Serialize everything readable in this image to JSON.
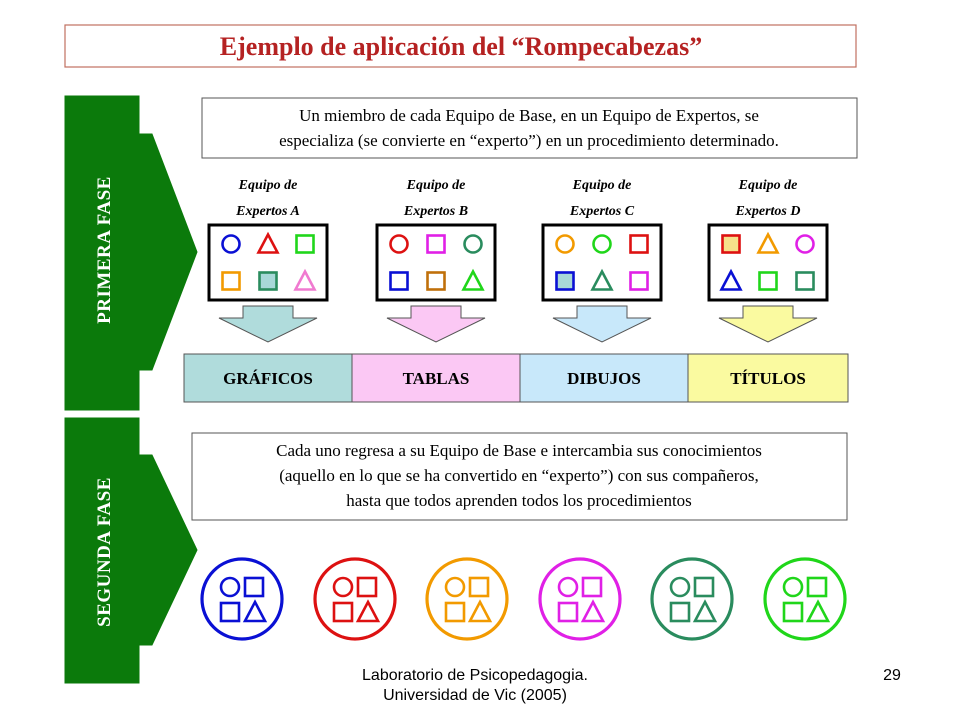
{
  "title": "Ejemplo de aplicación del “Rompecabezas”",
  "colors": {
    "title": "#b52222",
    "phase_green": "#0b7a0b",
    "blue": "#0a10d4",
    "red": "#dd1111",
    "orange": "#f29a00",
    "magenta": "#e020e6",
    "teal": "#2a8c5e",
    "lime": "#20d61a",
    "grey": "#909090"
  },
  "phase1": {
    "label": "PRIMERA FASE",
    "description_lines": [
      "Un miembro de cada Equipo de Base, en un Equipo de Expertos, se",
      "especializa (se convierte en “experto”) en un procedimiento determinado."
    ]
  },
  "teams": [
    {
      "label_line1": "Equipo de",
      "label_line2": "Expertos A",
      "shapes": [
        {
          "icon": "circle-icon",
          "color": "#0a10d4"
        },
        {
          "icon": "triangle-icon",
          "color": "#dd1111"
        },
        {
          "icon": "square-icon",
          "color": "#20d61a"
        },
        {
          "icon": "square-icon",
          "color": "#f29a00"
        },
        {
          "icon": "square-filled-icon",
          "color": "#2a8c5e",
          "fill": "#a8d8d8"
        },
        {
          "icon": "triangle-icon",
          "color": "#f07ad0"
        }
      ],
      "result": {
        "label": "GRÁFICOS",
        "fill": "#b0dcdc"
      }
    },
    {
      "label_line1": "Equipo de",
      "label_line2": "Expertos B",
      "shapes": [
        {
          "icon": "circle-icon",
          "color": "#dd1111"
        },
        {
          "icon": "square-icon",
          "color": "#e020e6"
        },
        {
          "icon": "circle-icon",
          "color": "#2a8c5e"
        },
        {
          "icon": "square-icon",
          "color": "#0a10d4"
        },
        {
          "icon": "square-icon",
          "color": "#c0700a"
        },
        {
          "icon": "triangle-icon",
          "color": "#20d61a"
        }
      ],
      "result": {
        "label": "TABLAS",
        "fill": "#fbc8f4"
      }
    },
    {
      "label_line1": "Equipo de",
      "label_line2": "Expertos C",
      "shapes": [
        {
          "icon": "circle-icon",
          "color": "#f29a00"
        },
        {
          "icon": "circle-icon",
          "color": "#20d61a"
        },
        {
          "icon": "square-icon",
          "color": "#dd1111"
        },
        {
          "icon": "square-filled-icon",
          "color": "#0a10d4",
          "fill": "#a8d8d8"
        },
        {
          "icon": "triangle-icon",
          "color": "#2a8c5e"
        },
        {
          "icon": "square-icon",
          "color": "#e020e6"
        }
      ],
      "result": {
        "label": "DIBUJOS",
        "fill": "#c8e8fa"
      }
    },
    {
      "label_line1": "Equipo de",
      "label_line2": "Expertos D",
      "shapes": [
        {
          "icon": "square-filled-icon",
          "color": "#dd1111",
          "fill": "#f6e08a"
        },
        {
          "icon": "triangle-icon",
          "color": "#f29a00"
        },
        {
          "icon": "circle-icon",
          "color": "#e020e6"
        },
        {
          "icon": "triangle-icon",
          "color": "#0a10d4"
        },
        {
          "icon": "square-icon",
          "color": "#20d61a"
        },
        {
          "icon": "square-icon",
          "color": "#2a8c5e"
        }
      ],
      "result": {
        "label": "TÍTULOS",
        "fill": "#fafaa0"
      }
    }
  ],
  "phase2": {
    "label": "SEGUNDA FASE",
    "description_lines": [
      "Cada uno regresa a su Equipo de Base e intercambia sus conocimientos",
      "(aquello en lo que se ha convertido en “experto”) con sus compañeros,",
      "hasta que todos aprenden todos los procedimientos"
    ],
    "base_teams": [
      {
        "icon": "base-team-circle-icon",
        "color": "#0a10d4"
      },
      {
        "icon": "base-team-circle-icon",
        "color": "#dd1111"
      },
      {
        "icon": "base-team-circle-icon",
        "color": "#f29a00"
      },
      {
        "icon": "base-team-circle-icon",
        "color": "#e020e6"
      },
      {
        "icon": "base-team-circle-icon",
        "color": "#2a8c5e"
      },
      {
        "icon": "base-team-circle-icon",
        "color": "#20d61a"
      }
    ]
  },
  "footer": {
    "line1": "Laboratorio de Psicopedagogia.",
    "line2": "Universidad de Vic (2005)",
    "page_number": "29"
  }
}
